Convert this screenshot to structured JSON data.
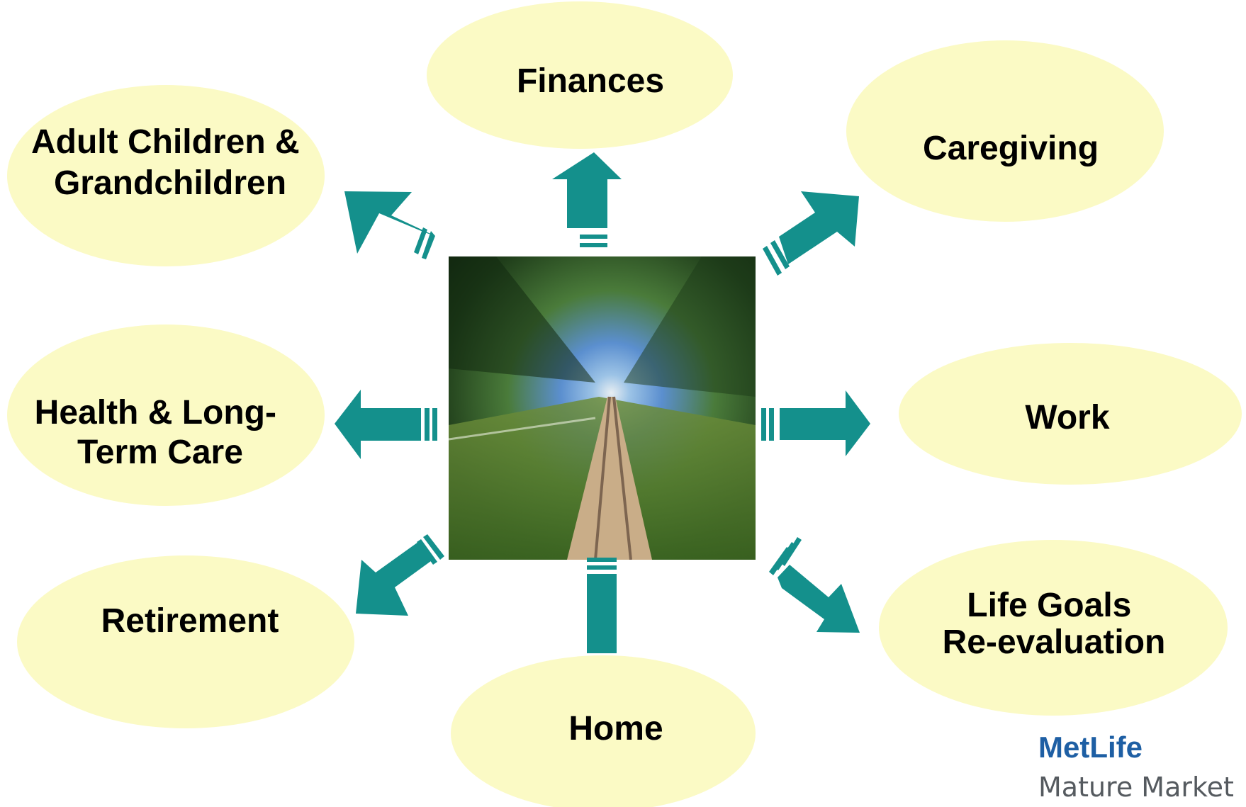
{
  "center_image": "speed-blurred railway tracks through trees",
  "colors": {
    "bubble": "#fbfac5",
    "arrow": "#14908c",
    "brand": "#1e5fa4"
  },
  "topics": {
    "finances": {
      "lines": [
        "Finances"
      ]
    },
    "adult_children": {
      "lines": [
        "Adult Children &",
        "Grandchildren"
      ]
    },
    "caregiving": {
      "lines": [
        "Caregiving"
      ]
    },
    "health": {
      "lines": [
        "Health & Long-",
        "Term Care"
      ]
    },
    "work": {
      "lines": [
        "Work"
      ]
    },
    "retirement": {
      "lines": [
        "Retirement"
      ]
    },
    "life_goals": {
      "lines": [
        "Life Goals",
        "Re-evaluation"
      ]
    },
    "home": {
      "lines": [
        "Home"
      ]
    }
  },
  "logo": {
    "name": "MetLife",
    "tagline": "Mature Market"
  }
}
